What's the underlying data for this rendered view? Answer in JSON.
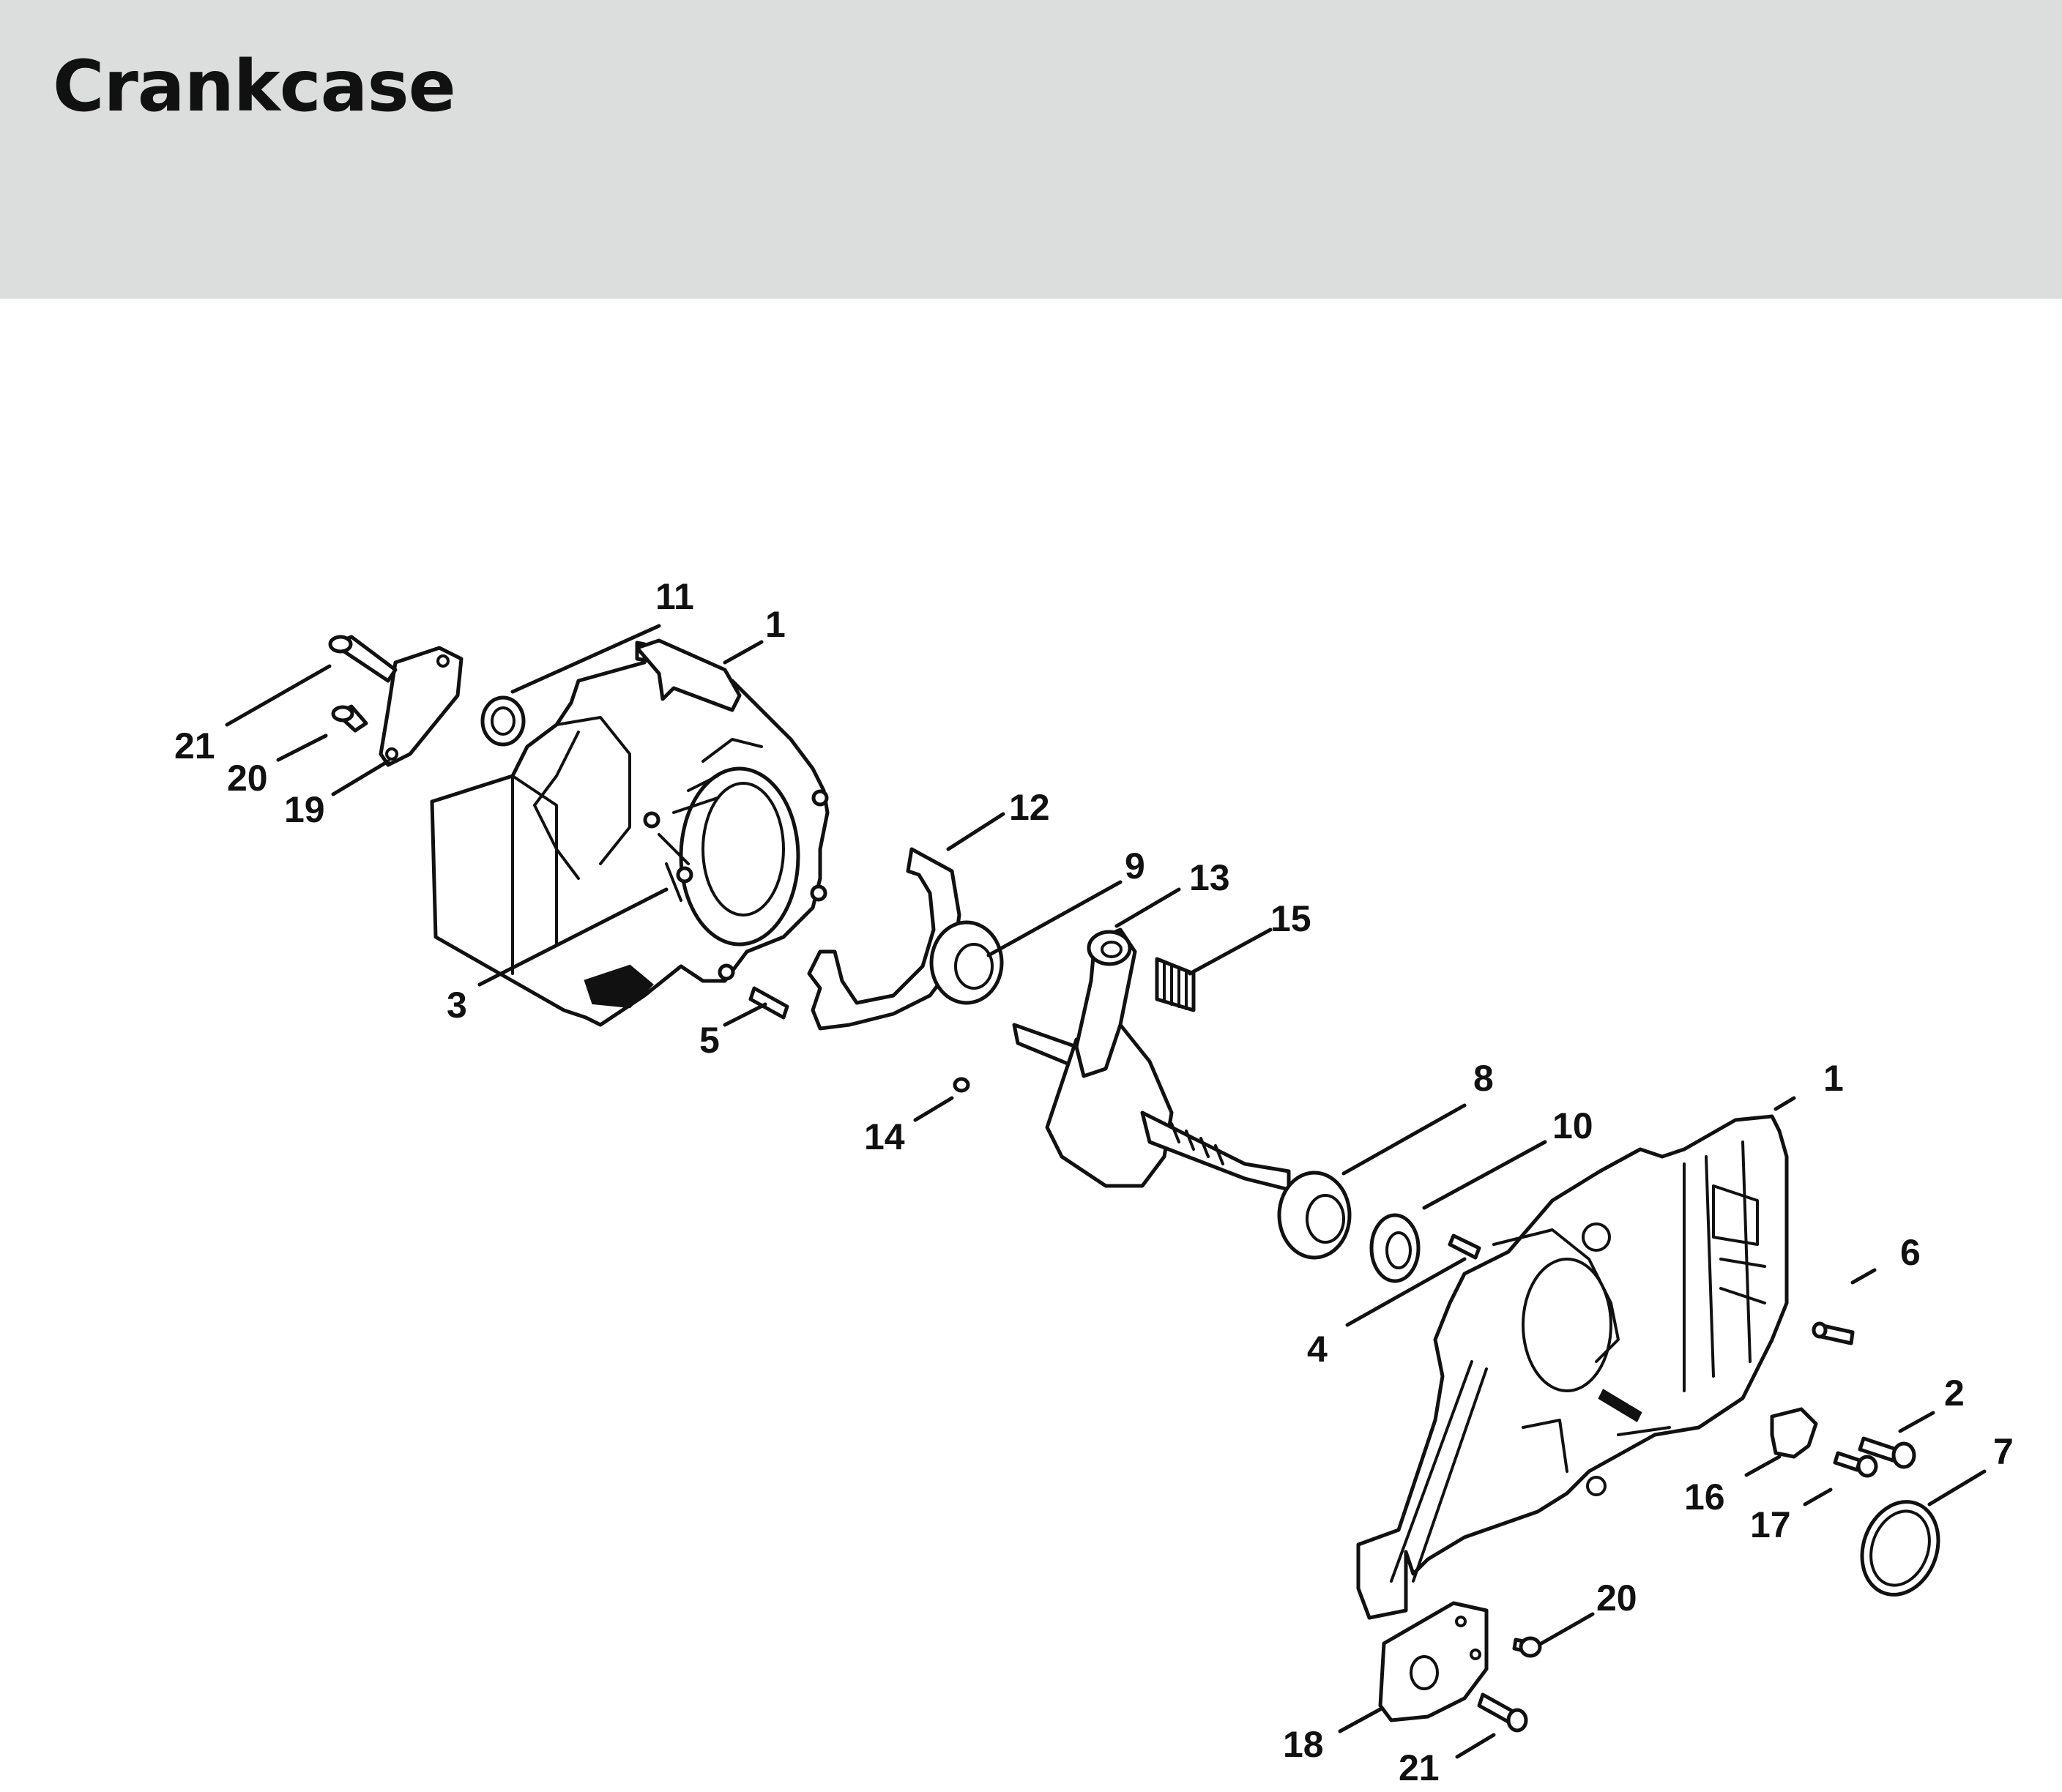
{
  "header": {
    "title": "Crankcase",
    "background": "#dcdedd"
  },
  "callouts": [
    {
      "id": "c11",
      "label": "11"
    },
    {
      "id": "c1a",
      "label": "1"
    },
    {
      "id": "c21a",
      "label": "21"
    },
    {
      "id": "c20a",
      "label": "20"
    },
    {
      "id": "c19",
      "label": "19"
    },
    {
      "id": "c12",
      "label": "12"
    },
    {
      "id": "c9",
      "label": "9"
    },
    {
      "id": "c13",
      "label": "13"
    },
    {
      "id": "c15",
      "label": "15"
    },
    {
      "id": "c3",
      "label": "3"
    },
    {
      "id": "c5",
      "label": "5"
    },
    {
      "id": "c14",
      "label": "14"
    },
    {
      "id": "c8",
      "label": "8"
    },
    {
      "id": "c1b",
      "label": "1"
    },
    {
      "id": "c10",
      "label": "10"
    },
    {
      "id": "c6",
      "label": "6"
    },
    {
      "id": "c4",
      "label": "4"
    },
    {
      "id": "c2",
      "label": "2"
    },
    {
      "id": "c16",
      "label": "16"
    },
    {
      "id": "c7",
      "label": "7"
    },
    {
      "id": "c17",
      "label": "17"
    },
    {
      "id": "c20b",
      "label": "20"
    },
    {
      "id": "c18",
      "label": "18"
    },
    {
      "id": "c21b",
      "label": "21"
    }
  ]
}
